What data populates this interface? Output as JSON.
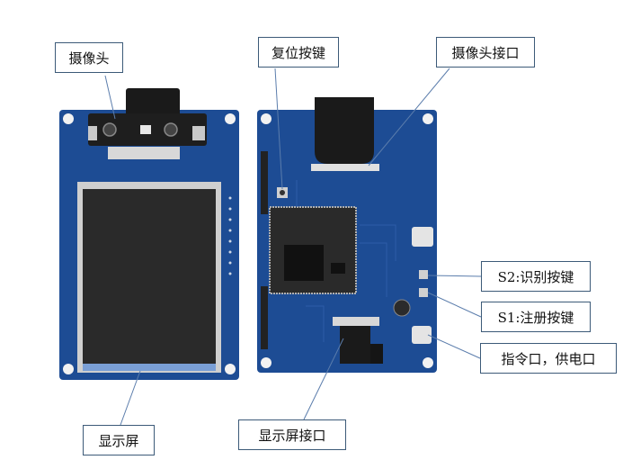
{
  "labels": {
    "camera": "摄像头",
    "reset_key": "复位按键",
    "camera_port": "摄像头接口",
    "s2_key": "S2:识别按键",
    "s1_key": "S1:注册按键",
    "command_power_port": "指令口，供电口",
    "display": "显示屏",
    "display_port": "显示屏接口"
  },
  "colors": {
    "pcb": "#1d4c94",
    "pcb_dark": "#143a78",
    "screen": "#2a2a2a",
    "label_border": "#3c5a78",
    "leader_line": "#5b7dac"
  }
}
